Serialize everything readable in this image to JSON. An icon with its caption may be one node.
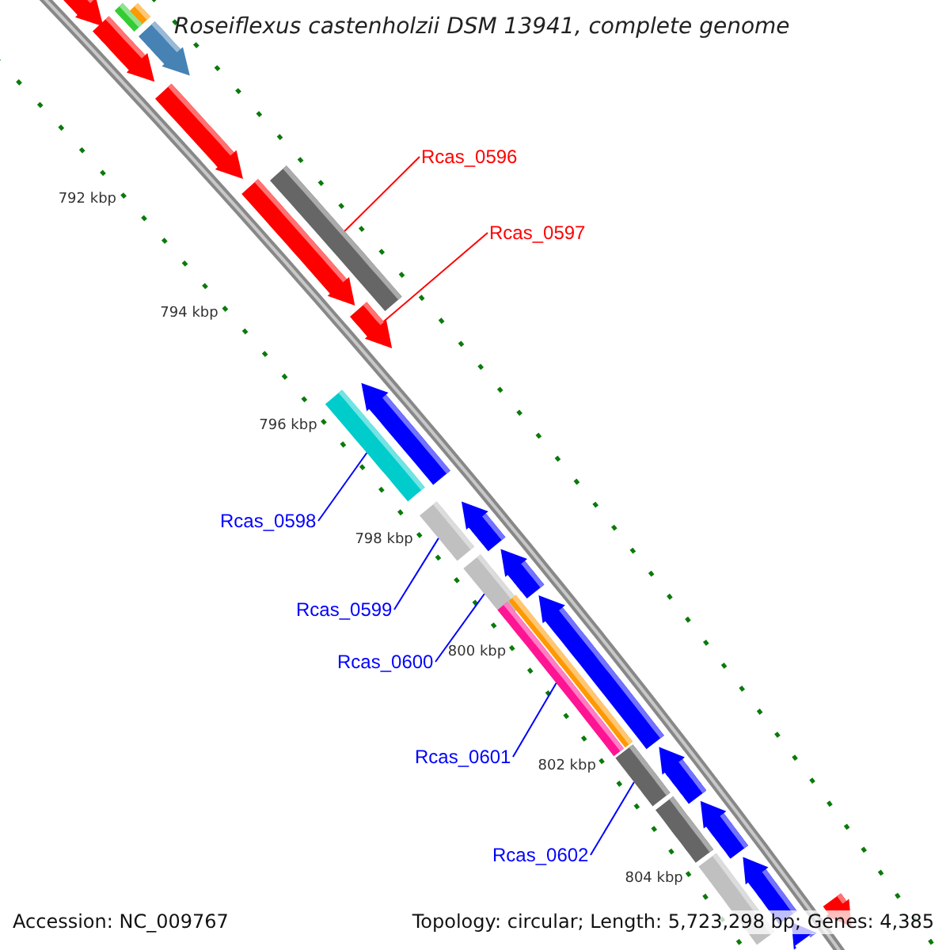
{
  "diagram": {
    "title": "Roseiflexus castenholzii DSM 13941, complete genome",
    "nodes": [
      {
        "text": [],
        "shape": "arrow"
      },
      {
        "text": [],
        "shape": "bar"
      },
      {
        "text": [],
        "shape": "bar"
      },
      {
        "text": [],
        "shape": "arrow"
      },
      {
        "text": [],
        "shape": "arrow"
      },
      {
        "text": [],
        "shape": "arrow"
      },
      {
        "text": [
          "Rcas_0596"
        ]
      },
      {
        "text": [],
        "shape": "bar"
      },
      {
        "text": [],
        "shape": "arrow"
      },
      {
        "text": [
          "Rcas_0597"
        ]
      },
      {
        "text": [],
        "shape": "arrow"
      },
      {
        "text": [],
        "shape": "arrow"
      },
      {
        "text": [],
        "shape": "bar"
      },
      {
        "text": [
          "Rcas_0598"
        ]
      },
      {
        "text": [],
        "shape": "arrow"
      },
      {
        "text": [],
        "shape": "bar"
      },
      {
        "text": [],
        "shape": "arrow"
      },
      {
        "text": [],
        "shape": "bar"
      },
      {
        "text": [
          "Rcas_0599"
        ]
      },
      {
        "text": [
          "Rcas_0600"
        ]
      },
      {
        "text": [],
        "shape": "arrow"
      },
      {
        "text": [],
        "shape": "bar"
      },
      {
        "text": [],
        "shape": "bar"
      },
      {
        "text": [
          "Rcas_0601"
        ]
      },
      {
        "text": [],
        "shape": "bar"
      },
      {
        "text": [],
        "shape": "bar"
      },
      {
        "text": [],
        "shape": "arrow"
      },
      {
        "text": [],
        "shape": "arrow"
      },
      {
        "text": [
          "Rcas_0602"
        ]
      },
      {
        "text": [],
        "shape": "arrow"
      },
      {
        "text": [],
        "shape": "bar"
      },
      {
        "text": [],
        "shape": "arrow"
      },
      {
        "text": [],
        "shape": "arrow"
      }
    ],
    "edges": [
      {
        "from": 6,
        "to": 7,
        "arrow": "none",
        "color": "#ff0000"
      },
      {
        "from": 9,
        "to": 10,
        "arrow": "none",
        "color": "#ff0000"
      },
      {
        "from": 13,
        "to": 12,
        "arrow": "none"
      },
      {
        "from": 18,
        "to": 15,
        "arrow": "none"
      },
      {
        "from": 19,
        "to": 17,
        "arrow": "none"
      },
      {
        "from": 23,
        "to": 22,
        "arrow": "none"
      },
      {
        "from": 28,
        "to": 24,
        "arrow": "none"
      }
    ],
    "labels": [
      "792 kbp",
      "794 kbp",
      "796 kbp",
      "798 kbp",
      "800 kbp",
      "802 kbp",
      "804 kbp",
      "Accession: NC_009767",
      "Topology: circular; Length: 5,723,298 bp; Genes: 4,385"
    ]
  }
}
